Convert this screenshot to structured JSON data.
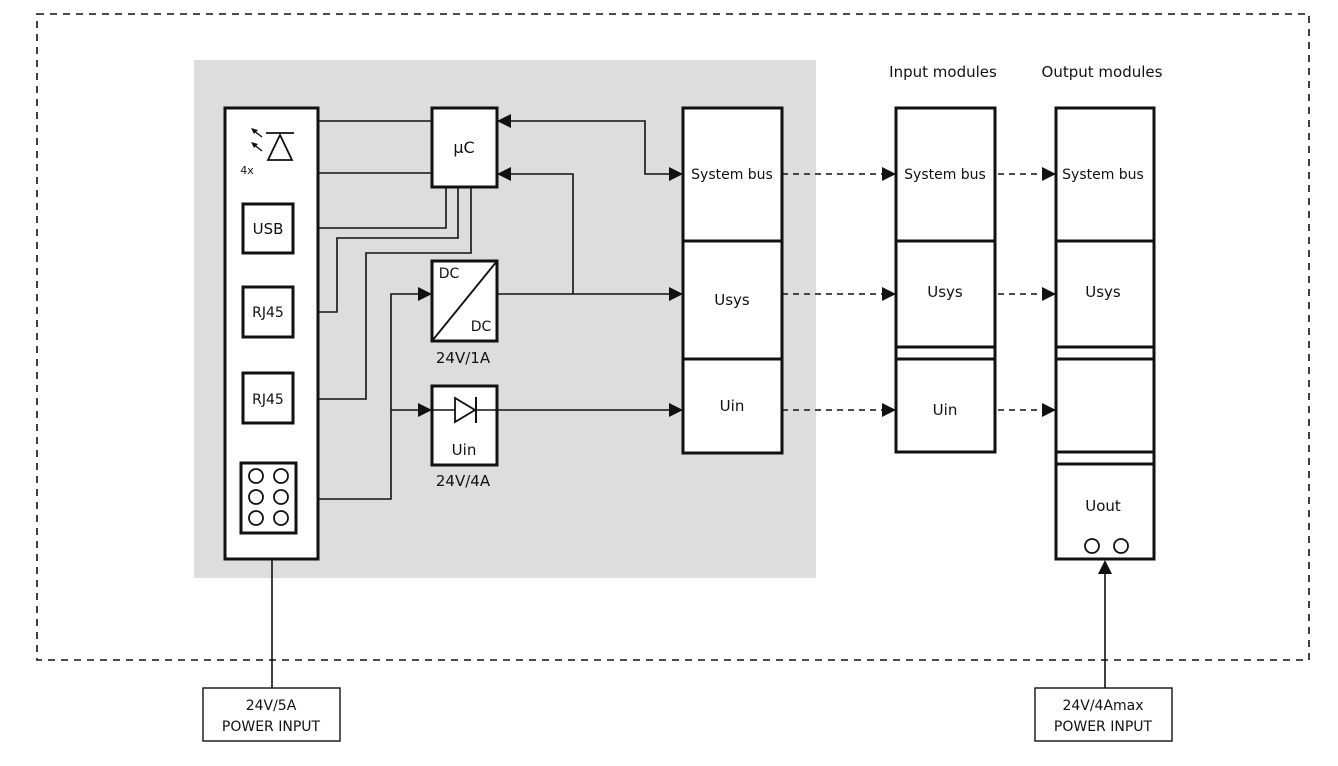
{
  "headers": {
    "input_modules": "Input modules",
    "output_modules": "Output modules"
  },
  "head_unit": {
    "led_count": "4x",
    "usb": "USB",
    "rj45_a": "RJ45",
    "rj45_b": "RJ45",
    "microcontroller": "µC",
    "dcdc_in": "DC",
    "dcdc_out": "DC",
    "dcdc_rating": "24V/1A",
    "diode_label": "Uin",
    "diode_rating": "24V/4A"
  },
  "bus_block": {
    "system_bus": "System bus",
    "usys": "Usys",
    "uin": "Uin"
  },
  "input_module": {
    "system_bus": "System bus",
    "usys": "Usys",
    "uin": "Uin"
  },
  "output_module": {
    "system_bus": "System bus",
    "usys": "Usys",
    "uout": "Uout"
  },
  "power_left": {
    "line1": "24V/5A",
    "line2": "POWER INPUT"
  },
  "power_right": {
    "line1": "24V/4Amax",
    "line2": "POWER INPUT"
  },
  "colors": {
    "panel": "#dddddd",
    "line": "#111111"
  }
}
